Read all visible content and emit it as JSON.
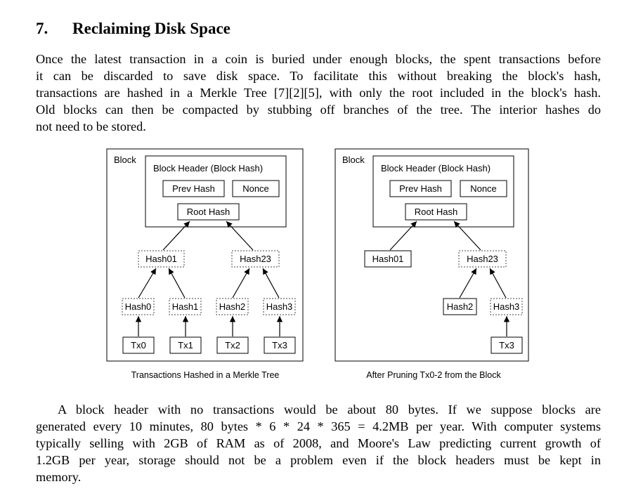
{
  "section": {
    "number": "7.",
    "title": "Reclaiming Disk Space"
  },
  "paragraph1": {
    "lines": [
      "Once the latest transaction in a coin is buried under enough blocks, the spent transactions before",
      "it can be discarded to save disk space.  To facilitate this without breaking the block's hash,",
      "transactions are hashed in a Merkle Tree [7][2][5], with only the root included in the block's hash.",
      "Old blocks can then be compacted by stubbing off branches of the tree.  The interior hashes do",
      "not need to be stored."
    ]
  },
  "figure_left": {
    "block_label": "Block",
    "header_label": "Block Header (Block Hash)",
    "prev_hash": "Prev Hash",
    "nonce": "Nonce",
    "root_hash": "Root Hash",
    "hash01": "Hash01",
    "hash23": "Hash23",
    "hash0": "Hash0",
    "hash1": "Hash1",
    "hash2": "Hash2",
    "hash3": "Hash3",
    "tx0": "Tx0",
    "tx1": "Tx1",
    "tx2": "Tx2",
    "tx3": "Tx3",
    "caption": "Transactions Hashed in a Merkle Tree"
  },
  "figure_right": {
    "block_label": "Block",
    "header_label": "Block Header (Block Hash)",
    "prev_hash": "Prev Hash",
    "nonce": "Nonce",
    "root_hash": "Root Hash",
    "hash01": "Hash01",
    "hash23": "Hash23",
    "hash2": "Hash2",
    "hash3": "Hash3",
    "tx3": "Tx3",
    "caption": "After Pruning Tx0-2 from the Block"
  },
  "paragraph2": {
    "lines": [
      "A block header with no transactions would be about 80 bytes.  If we suppose blocks are",
      "generated every 10 minutes, 80 bytes * 6 * 24 * 365 = 4.2MB per year.  With computer systems",
      "typically selling with 2GB of RAM as of 2008, and Moore's Law predicting current growth of",
      "1.2GB per year, storage should not be a problem even if the block headers must be kept in",
      "memory."
    ]
  }
}
